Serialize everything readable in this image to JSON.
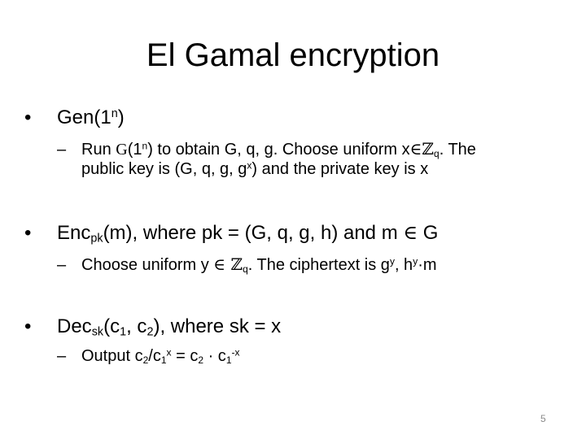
{
  "title": "El Gamal encryption",
  "bullet_glyph": "•",
  "dash_glyph": "–",
  "gen": {
    "name": "Gen(1",
    "exp": "n",
    "close": ")",
    "sub": {
      "part1": "Run ",
      "G_symbol": "G",
      "part2": "(1",
      "exp_n": "n",
      "part3": ") to obtain G, q, g. Choose uniform x",
      "elem": "∈",
      "Z": "ℤ",
      "q": "q",
      "part4": ". The",
      "line2_a": "public key is (G, q, g, g",
      "exp_x": "x",
      "line2_b": ") and the private key is x"
    }
  },
  "enc": {
    "name": "Enc",
    "sub_pk": "pk",
    "rest": "(m), where pk = (G, q, g, h) and m ",
    "elem": "∈",
    "G": " G",
    "sub": {
      "part1": "Choose uniform y ",
      "elem": "∈",
      "Z": " ℤ",
      "q": "q",
      "part2": ". The ciphertext is g",
      "exp_y": "y",
      "part3": ", h",
      "exp_y2": "y",
      "part4": "·m"
    }
  },
  "dec": {
    "name": "Dec",
    "sub_sk": "sk",
    "part1": "(c",
    "s1": "1",
    "part2": ", c",
    "s2": "2",
    "part3": "), where sk = x",
    "sub": {
      "part1": "Output c",
      "s2": "2",
      "part2": "/c",
      "s1": "1",
      "expx": "x",
      "part3": " = c",
      "s2b": "2",
      "part4": " · c",
      "s1b": "1",
      "expnx": "-x"
    }
  },
  "page_number": "5"
}
